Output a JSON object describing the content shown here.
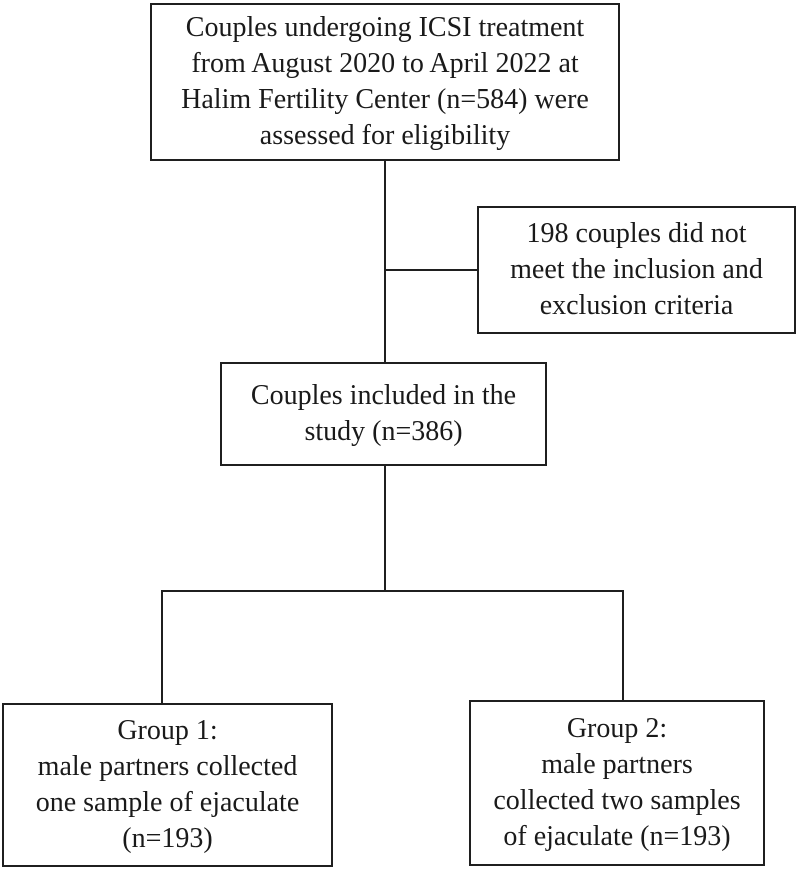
{
  "figure": {
    "type": "participant-flow-diagram",
    "background_color": "#ffffff",
    "line_color": "#1f1f1f",
    "text_color": "#1a1a1a"
  },
  "boxes": {
    "eligibility": {
      "lines": [
        "Couples undergoing ICSI treatment",
        "from August 2020 to April 2022 at",
        "Halim Fertility Center (n=584) were",
        "assessed for eligibility"
      ],
      "n": 584
    },
    "excluded": {
      "lines": [
        "198 couples did not",
        "meet the inclusion and",
        "exclusion criteria"
      ],
      "n": 198
    },
    "included": {
      "lines": [
        "Couples included in the",
        "study (n=386)"
      ],
      "n": 386
    },
    "group1": {
      "lines": [
        "Group 1:",
        "male partners collected",
        "one sample of ejaculate",
        "(n=193)"
      ],
      "n": 193
    },
    "group2": {
      "lines": [
        "Group 2:",
        "male partners",
        "collected two samples",
        "of ejaculate (n=193)"
      ],
      "n": 193
    }
  }
}
